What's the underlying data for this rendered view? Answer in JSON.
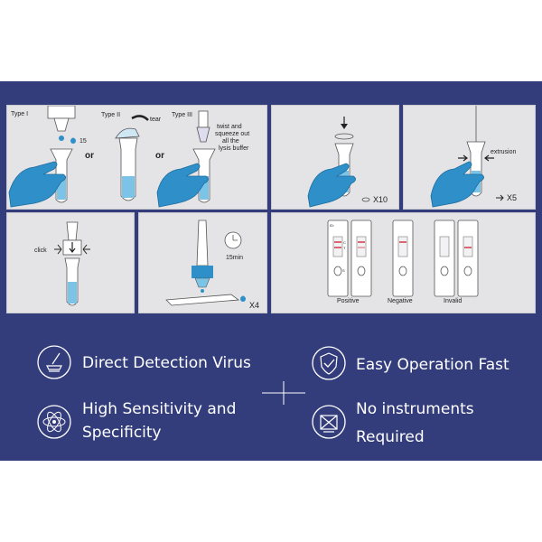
{
  "steps": {
    "p1": {
      "type1": "Type I",
      "drops": "15",
      "type2": "Type II",
      "tear": "tear",
      "type3": "Type III",
      "or1": "or",
      "or2": "or",
      "twist_line1": "twist and",
      "twist_line2": "squeeze out",
      "twist_line3": "all the",
      "twist_line4": "lysis buffer"
    },
    "p2": {
      "count": "X10"
    },
    "p3": {
      "extrusion": "extrusion",
      "count": "X5"
    },
    "p4": {
      "click": "click"
    },
    "p5": {
      "time": "15min",
      "count": "X4"
    },
    "p6": {
      "positive": "Positive",
      "negative": "Negative",
      "invalid": "Invalid",
      "c": "C",
      "t": "T",
      "s": "S",
      "id": "ID:"
    }
  },
  "features": {
    "f1": {
      "icon": "test-tube-icon",
      "line1": "Direct Detection Virus"
    },
    "f2": {
      "icon": "shield-check-icon",
      "line1": "Easy Operation Fast"
    },
    "f3": {
      "icon": "atom-icon",
      "line1": "High Sensitivity and",
      "line2": "Specificity"
    },
    "f4": {
      "icon": "no-instrument-icon",
      "line1": "No instruments",
      "line2": "Required"
    }
  },
  "colors": {
    "banner": "#343d7c",
    "panel": "#e4e4e6",
    "glove": "#2f8fc9",
    "liquid": "#7cc3e8",
    "line_red": "#d23b4a"
  }
}
